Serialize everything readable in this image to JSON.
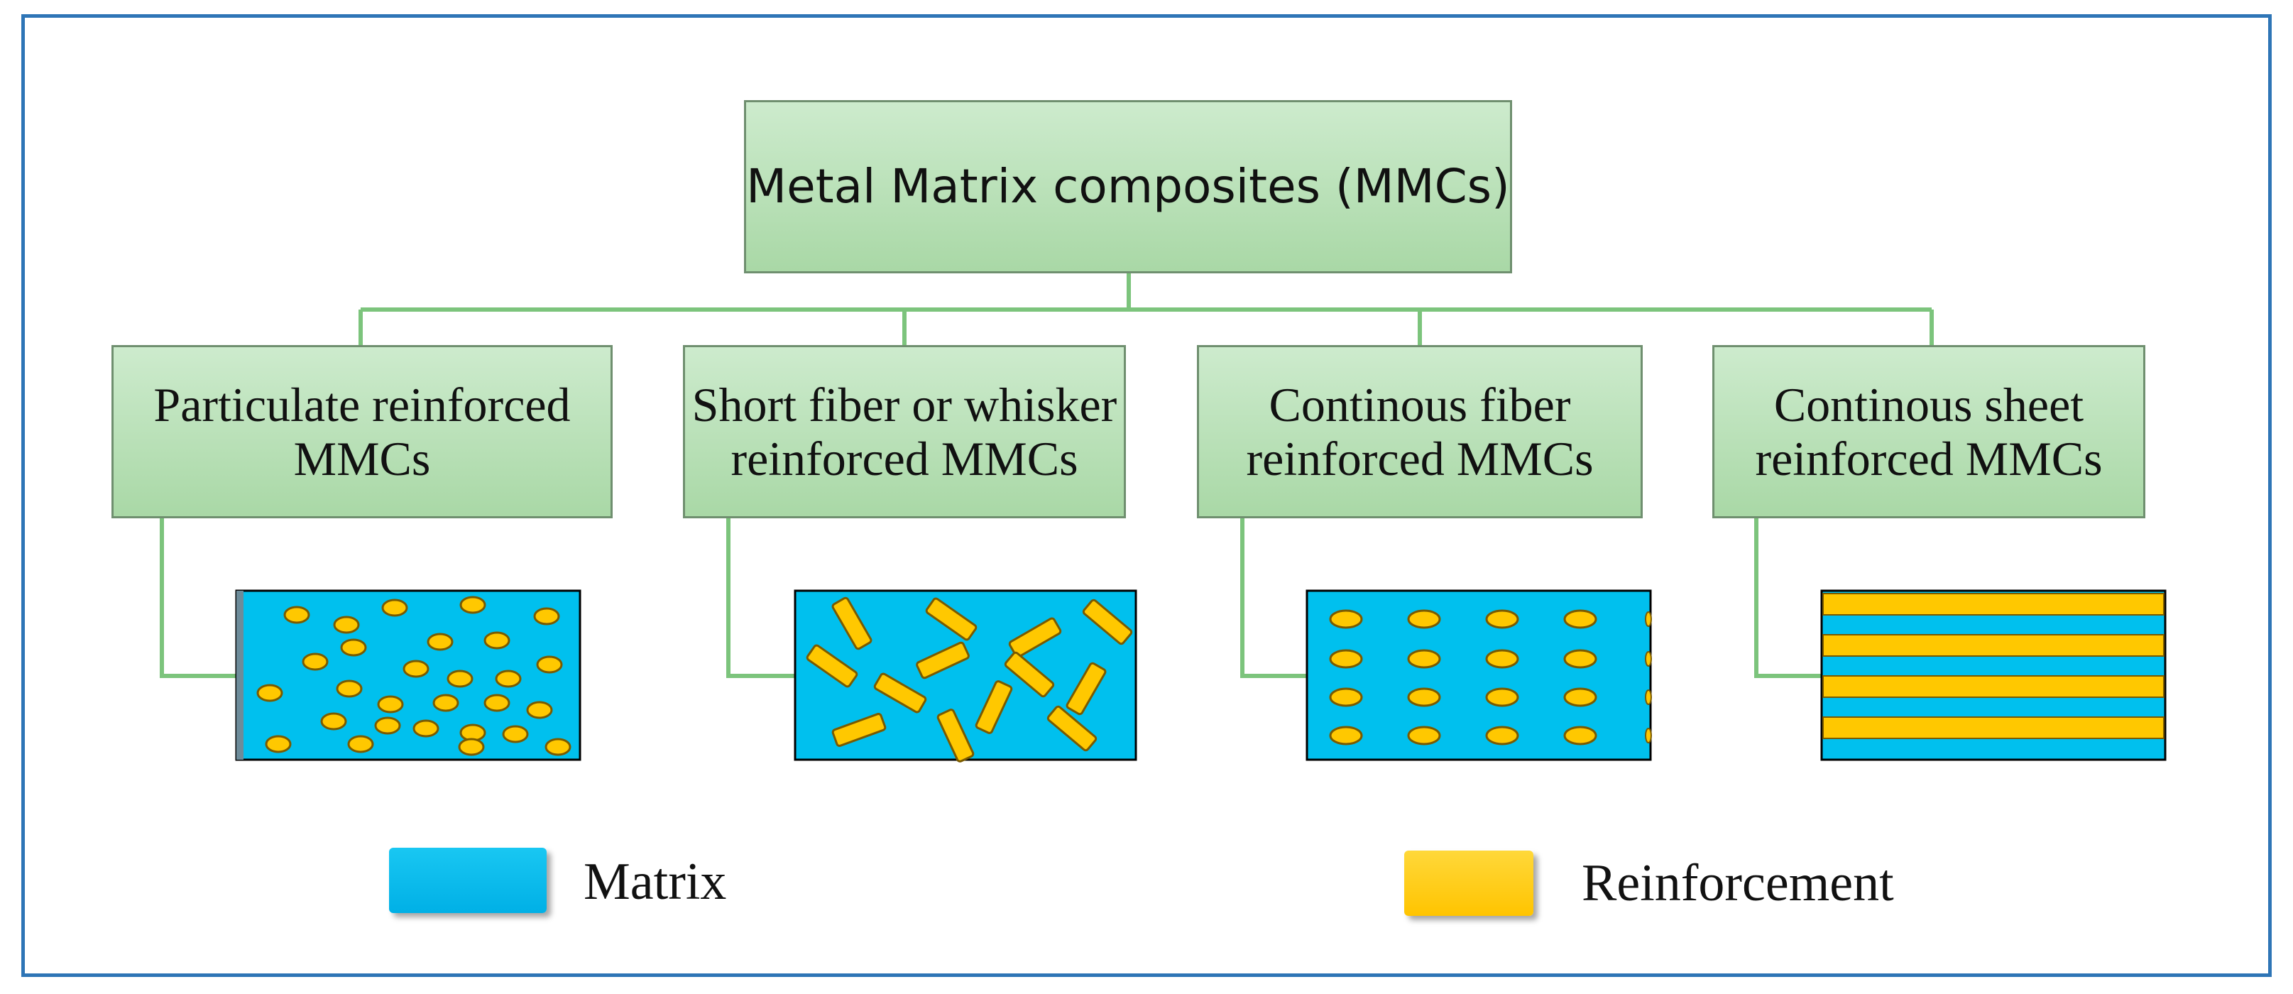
{
  "root": {
    "label": "Metal Matrix composites (MMCs)"
  },
  "children": [
    {
      "label": "Particulate reinforced MMCs",
      "pattern": "particulate"
    },
    {
      "label": "Short fiber or whisker reinforced MMCs",
      "pattern": "short-fiber"
    },
    {
      "label": "Continous fiber reinforced MMCs",
      "pattern": "continuous-fiber"
    },
    {
      "label": "Continous sheet reinforced MMCs",
      "pattern": "sheet"
    }
  ],
  "legend": {
    "matrix": {
      "label": "Matrix",
      "color": "#00b7ee"
    },
    "reinforcement": {
      "label": "Reinforcement",
      "color": "#ffc800"
    }
  },
  "colors": {
    "connector": "#7cc47c",
    "frame": "#2e75b6",
    "box_fill": "#b8e0b5",
    "reinforcement_edge": "#7a5a00"
  }
}
